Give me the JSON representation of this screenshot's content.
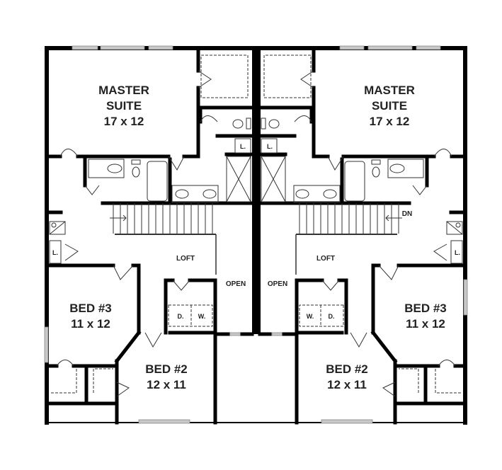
{
  "diagram": {
    "type": "floor_plan",
    "description": "Duplex second floor plan, mirrored units",
    "colors": {
      "wall": "#000000",
      "window": "#c0c0c0",
      "fixture": "#444444",
      "background": "#ffffff"
    }
  },
  "left_unit": {
    "master": {
      "name1": "MASTER",
      "name2": "SUITE",
      "size": "17 x 12"
    },
    "bed3": {
      "name": "BED #3",
      "size": "11 x 12"
    },
    "bed2": {
      "name": "BED #2",
      "size": "12 x 11"
    },
    "loft": "LOFT",
    "open": "OPEN",
    "linen1": "L.",
    "linen2": "L.",
    "dryer": "D.",
    "washer": "W."
  },
  "right_unit": {
    "master": {
      "name1": "MASTER",
      "name2": "SUITE",
      "size": "17 x 12"
    },
    "bed3": {
      "name": "BED #3",
      "size": "11 x 12"
    },
    "bed2": {
      "name": "BED #2",
      "size": "12 x 11"
    },
    "loft": "LOFT",
    "open": "OPEN",
    "linen1": "L.",
    "linen2": "L.",
    "dryer": "D.",
    "washer": "W.",
    "stair_label": "DN"
  }
}
